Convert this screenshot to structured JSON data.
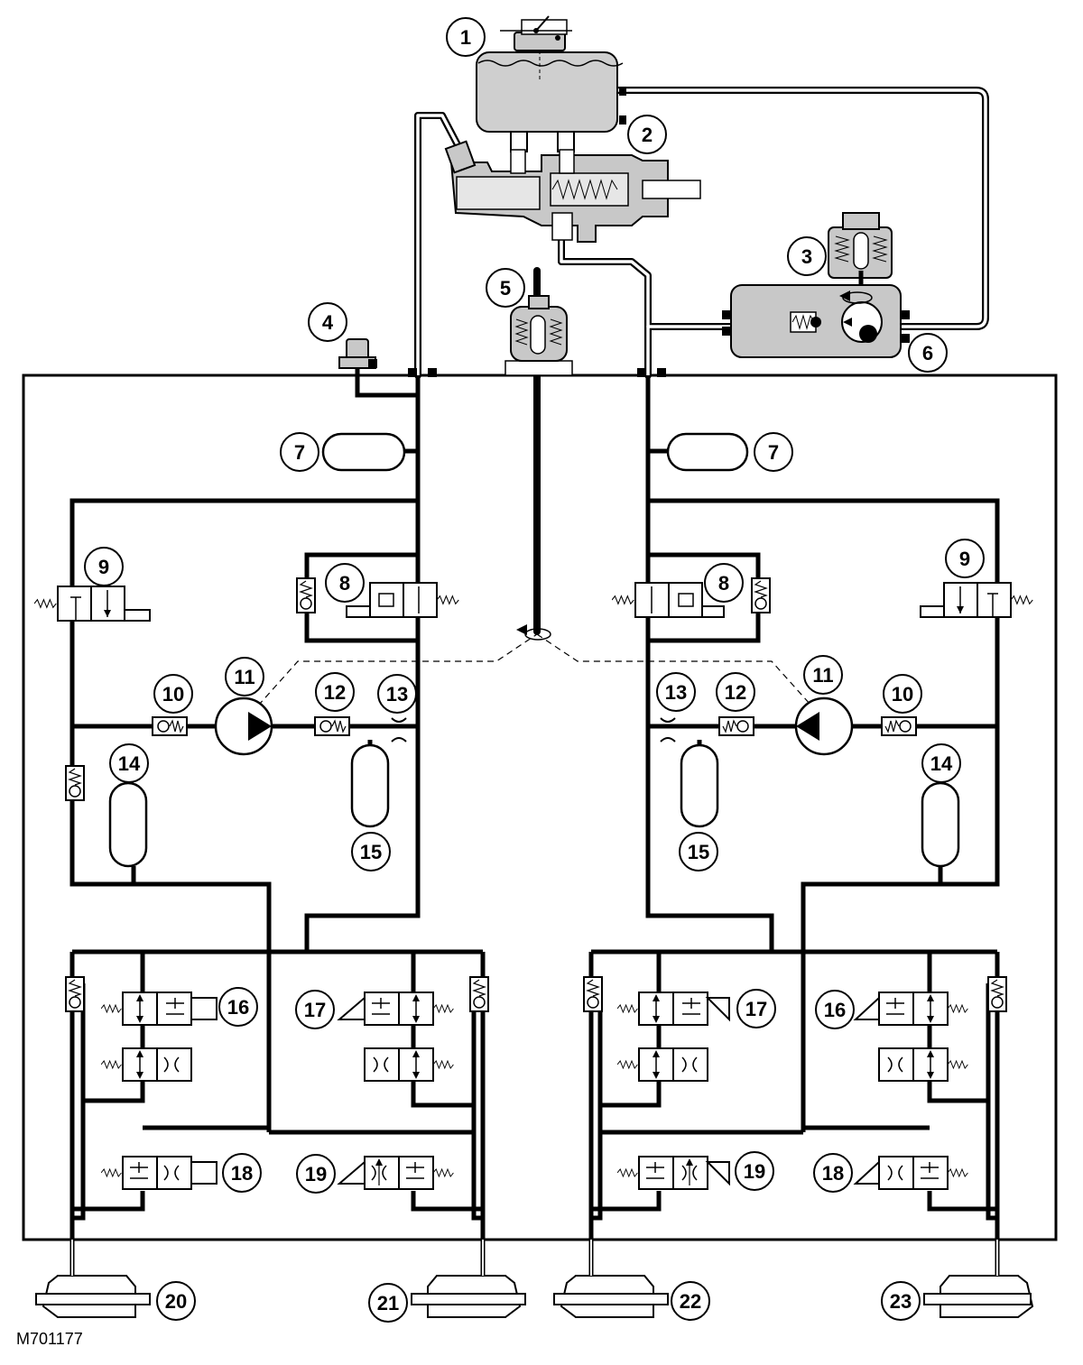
{
  "diagram": {
    "reference": "M701177",
    "callouts": [
      {
        "id": "callout-1",
        "label": "1"
      },
      {
        "id": "callout-2",
        "label": "2"
      },
      {
        "id": "callout-3",
        "label": "3"
      },
      {
        "id": "callout-4",
        "label": "4"
      },
      {
        "id": "callout-5",
        "label": "5"
      },
      {
        "id": "callout-6",
        "label": "6"
      },
      {
        "id": "callout-7-left",
        "label": "7"
      },
      {
        "id": "callout-7-right",
        "label": "7"
      },
      {
        "id": "callout-8-left",
        "label": "8"
      },
      {
        "id": "callout-8-right",
        "label": "8"
      },
      {
        "id": "callout-9-left",
        "label": "9"
      },
      {
        "id": "callout-9-right",
        "label": "9"
      },
      {
        "id": "callout-10-left",
        "label": "10"
      },
      {
        "id": "callout-10-right",
        "label": "10"
      },
      {
        "id": "callout-11-left",
        "label": "11"
      },
      {
        "id": "callout-11-right",
        "label": "11"
      },
      {
        "id": "callout-12-left",
        "label": "12"
      },
      {
        "id": "callout-12-right",
        "label": "12"
      },
      {
        "id": "callout-13-left",
        "label": "13"
      },
      {
        "id": "callout-13-right",
        "label": "13"
      },
      {
        "id": "callout-14-left",
        "label": "14"
      },
      {
        "id": "callout-14-right",
        "label": "14"
      },
      {
        "id": "callout-15-left",
        "label": "15"
      },
      {
        "id": "callout-15-right",
        "label": "15"
      },
      {
        "id": "callout-16-left",
        "label": "16"
      },
      {
        "id": "callout-16-right",
        "label": "16"
      },
      {
        "id": "callout-17-left",
        "label": "17"
      },
      {
        "id": "callout-17-right",
        "label": "17"
      },
      {
        "id": "callout-18-left",
        "label": "18"
      },
      {
        "id": "callout-18-right",
        "label": "18"
      },
      {
        "id": "callout-19-left",
        "label": "19"
      },
      {
        "id": "callout-19-right",
        "label": "19"
      },
      {
        "id": "callout-20",
        "label": "20"
      },
      {
        "id": "callout-21",
        "label": "21"
      },
      {
        "id": "callout-22",
        "label": "22"
      },
      {
        "id": "callout-23",
        "label": "23"
      }
    ]
  },
  "colors": {
    "line": "#000000",
    "component_fill": "#c8c8c8",
    "fluid_fill": "#cfcfcf",
    "background": "#ffffff"
  }
}
